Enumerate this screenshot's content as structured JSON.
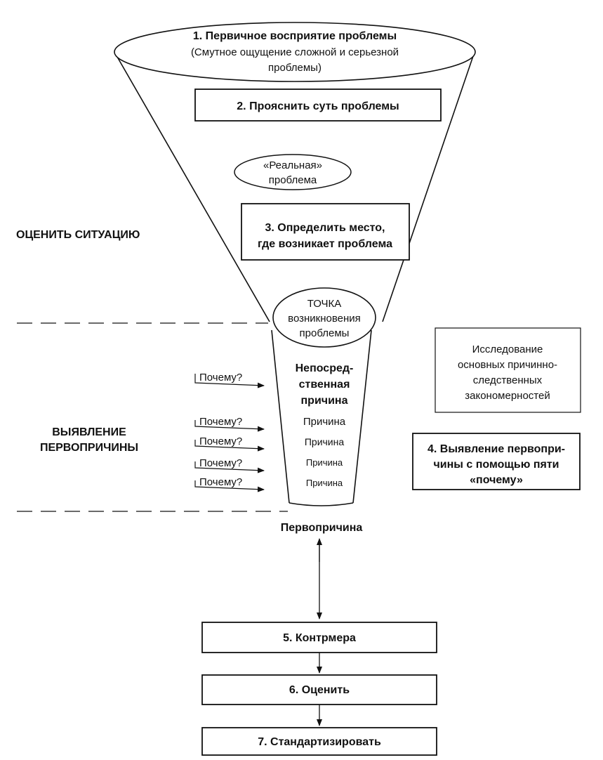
{
  "step1": {
    "title": "1. Первичное восприятие проблемы",
    "line2": "(Смутное ощущение сложной и серьезной",
    "line3": "проблемы)"
  },
  "step2": {
    "label": "2. Прояснить суть проблемы"
  },
  "real_problem": {
    "line1": "«Реальная»",
    "line2": "проблема"
  },
  "step3": {
    "line1": "3. Определить место,",
    "line2": "где возникает проблема"
  },
  "point": {
    "line1": "ТОЧКА",
    "line2": "возникновения",
    "line3": "проблемы"
  },
  "assess": {
    "label": "ОЦЕНИТЬ СИТУАЦИЮ"
  },
  "root_section": {
    "line1": "ВЫЯВЛЕНИЕ",
    "line2": "ПЕРВОПРИЧИНЫ"
  },
  "immediate_cause": {
    "line1": "Непосред-",
    "line2": "ственная",
    "line3": "причина"
  },
  "causes": [
    "Причина",
    "Причина",
    "Причина",
    "Причина"
  ],
  "whys": [
    "Почему?",
    "Почему?",
    "Почему?",
    "Почему?",
    "Почему?"
  ],
  "research": {
    "line1": "Исследование",
    "line2": "основных причинно-",
    "line3": "следственных",
    "line4": "закономерностей"
  },
  "step4": {
    "line1": "4. Выявление первопри-",
    "line2": "чины с помощью пяти",
    "line3": "«почему»"
  },
  "root_cause": {
    "label": "Первопричина"
  },
  "step5": {
    "label": "5. Контрмера"
  },
  "step6": {
    "label": "6. Оценить"
  },
  "step7": {
    "label": "7. Стандартизировать"
  },
  "colors": {
    "ink": "#111111",
    "background": "#ffffff"
  }
}
